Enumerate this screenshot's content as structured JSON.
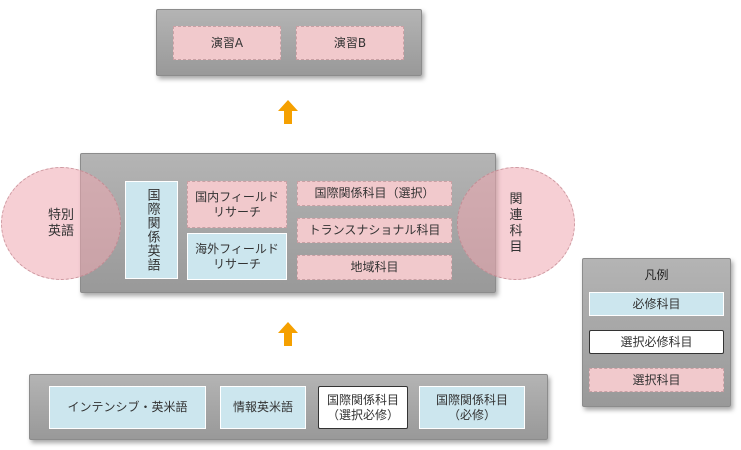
{
  "top": {
    "items": [
      "演習A",
      "演習B"
    ]
  },
  "middle": {
    "left_circle": "特別\n英語",
    "right_circle": "関\n連\n科\n目",
    "core": "国際関係英語",
    "domestic_field": "国内フィールド\nリサーチ",
    "overseas_field": "海外フィールド\nリサーチ",
    "elective_items": [
      "国際関係科目（選択）",
      "トランスナショナル科目",
      "地域科目"
    ]
  },
  "bottom": {
    "items": [
      "インテンシブ・英米語",
      "情報英米語",
      "国際関係科目\n（選択必修）",
      "国際関係科目\n（必修）"
    ]
  },
  "legend": {
    "title": "凡例",
    "required": "必修科目",
    "selective_required": "選択必修科目",
    "elective": "選択科目"
  },
  "colors": {
    "required": "#cce6ee",
    "elective": "#f1c9cc",
    "arrow": "#f5a000",
    "panel": "#a8a8a8"
  }
}
